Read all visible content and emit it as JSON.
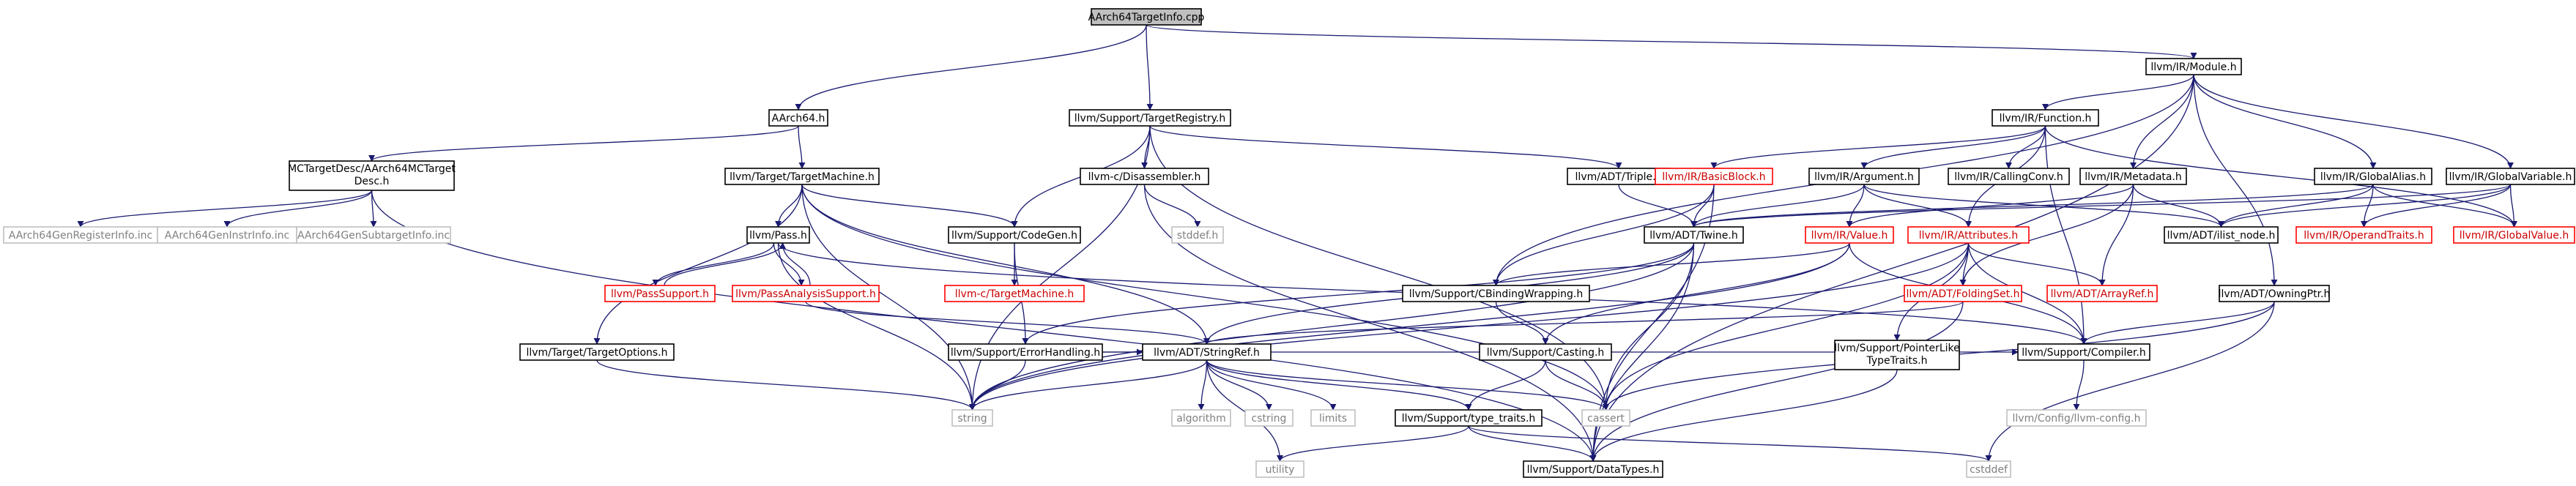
{
  "graph": {
    "title": "AArch64TargetInfo.cpp",
    "colors": {
      "edge": "#191970",
      "border_normal": "#000000",
      "border_truncated": "#ff0000",
      "border_system": "#bfbfbf",
      "fill_root": "#bfbfbf",
      "fill_default": "#ffffff",
      "text_normal": "#000000",
      "text_system": "#808080",
      "text_truncated": "#cc0000"
    },
    "nodes": [
      {
        "id": "root",
        "label": "AArch64TargetInfo.cpp",
        "kind": "root"
      },
      {
        "id": "aarch64h",
        "label": "AArch64.h",
        "kind": "normal"
      },
      {
        "id": "targetregistry",
        "label": "llvm/Support/TargetRegistry.h",
        "kind": "normal"
      },
      {
        "id": "module",
        "label": "llvm/IR/Module.h",
        "kind": "normal"
      },
      {
        "id": "mctargetdesc",
        "label": "MCTargetDesc/AArch64MCTarget",
        "label2": "Desc.h",
        "kind": "normal"
      },
      {
        "id": "targetmachine",
        "label": "llvm/Target/TargetMachine.h",
        "kind": "normal"
      },
      {
        "id": "disassembler",
        "label": "llvm-c/Disassembler.h",
        "kind": "normal"
      },
      {
        "id": "triple",
        "label": "llvm/ADT/Triple.h",
        "kind": "normal"
      },
      {
        "id": "function",
        "label": "llvm/IR/Function.h",
        "kind": "normal"
      },
      {
        "id": "basicblock",
        "label": "llvm/IR/BasicBlock.h",
        "kind": "truncated"
      },
      {
        "id": "argument",
        "label": "llvm/IR/Argument.h",
        "kind": "normal"
      },
      {
        "id": "callingconv",
        "label": "llvm/IR/CallingConv.h",
        "kind": "normal"
      },
      {
        "id": "metadata",
        "label": "llvm/IR/Metadata.h",
        "kind": "normal"
      },
      {
        "id": "globalalias",
        "label": "llvm/IR/GlobalAlias.h",
        "kind": "normal"
      },
      {
        "id": "globalvariable",
        "label": "llvm/IR/GlobalVariable.h",
        "kind": "normal"
      },
      {
        "id": "reginfo",
        "label": "AArch64GenRegisterInfo.inc",
        "kind": "system"
      },
      {
        "id": "instrinfo",
        "label": "AArch64GenInstrInfo.inc",
        "kind": "system"
      },
      {
        "id": "subtargetinfo",
        "label": "AArch64GenSubtargetInfo.inc",
        "kind": "system"
      },
      {
        "id": "pass",
        "label": "llvm/Pass.h",
        "kind": "normal"
      },
      {
        "id": "codegen",
        "label": "llvm/Support/CodeGen.h",
        "kind": "normal"
      },
      {
        "id": "stddef",
        "label": "stddef.h",
        "kind": "system"
      },
      {
        "id": "twine",
        "label": "llvm/ADT/Twine.h",
        "kind": "normal"
      },
      {
        "id": "value",
        "label": "llvm/IR/Value.h",
        "kind": "truncated"
      },
      {
        "id": "attributes",
        "label": "llvm/IR/Attributes.h",
        "kind": "truncated"
      },
      {
        "id": "ilistnode",
        "label": "llvm/ADT/ilist_node.h",
        "kind": "normal"
      },
      {
        "id": "operandtraits",
        "label": "llvm/IR/OperandTraits.h",
        "kind": "truncated"
      },
      {
        "id": "globalvalue",
        "label": "llvm/IR/GlobalValue.h",
        "kind": "truncated"
      },
      {
        "id": "passsupport",
        "label": "llvm/PassSupport.h",
        "kind": "truncated"
      },
      {
        "id": "passanalysis",
        "label": "llvm/PassAnalysisSupport.h",
        "kind": "truncated"
      },
      {
        "id": "c_targetmachine",
        "label": "llvm-c/TargetMachine.h",
        "kind": "truncated"
      },
      {
        "id": "errorhandling",
        "label": "llvm/Support/ErrorHandling.h",
        "kind": "normal"
      },
      {
        "id": "cbinding",
        "label": "llvm/Support/CBindingWrapping.h",
        "kind": "normal"
      },
      {
        "id": "foldingset",
        "label": "llvm/ADT/FoldingSet.h",
        "kind": "truncated"
      },
      {
        "id": "arrayref",
        "label": "llvm/ADT/ArrayRef.h",
        "kind": "truncated"
      },
      {
        "id": "owningptr",
        "label": "llvm/ADT/OwningPtr.h",
        "kind": "normal"
      },
      {
        "id": "targetoptions",
        "label": "llvm/Target/TargetOptions.h",
        "kind": "normal"
      },
      {
        "id": "stringref",
        "label": "llvm/ADT/StringRef.h",
        "kind": "normal"
      },
      {
        "id": "casting",
        "label": "llvm/Support/Casting.h",
        "kind": "normal"
      },
      {
        "id": "pointerlike",
        "label": "llvm/Support/PointerLike",
        "label2": "TypeTraits.h",
        "kind": "normal"
      },
      {
        "id": "compiler",
        "label": "llvm/Support/Compiler.h",
        "kind": "normal"
      },
      {
        "id": "string",
        "label": "string",
        "kind": "system"
      },
      {
        "id": "algorithm",
        "label": "algorithm",
        "kind": "system"
      },
      {
        "id": "cstring",
        "label": "cstring",
        "kind": "system"
      },
      {
        "id": "limits",
        "label": "limits",
        "kind": "system"
      },
      {
        "id": "cassert",
        "label": "cassert",
        "kind": "system"
      },
      {
        "id": "typetraits",
        "label": "llvm/Support/type_traits.h",
        "kind": "normal"
      },
      {
        "id": "llvmconfig",
        "label": "llvm/Config/llvm-config.h",
        "kind": "system"
      },
      {
        "id": "utility",
        "label": "utility",
        "kind": "system"
      },
      {
        "id": "datatypes",
        "label": "llvm/Support/DataTypes.h",
        "kind": "normal"
      },
      {
        "id": "cstddef",
        "label": "cstddef",
        "kind": "system"
      }
    ],
    "edges": [
      [
        "root",
        "aarch64h"
      ],
      [
        "root",
        "targetregistry"
      ],
      [
        "root",
        "module"
      ],
      [
        "aarch64h",
        "mctargetdesc"
      ],
      [
        "aarch64h",
        "targetmachine"
      ],
      [
        "mctargetdesc",
        "reginfo"
      ],
      [
        "mctargetdesc",
        "instrinfo"
      ],
      [
        "mctargetdesc",
        "subtargetinfo"
      ],
      [
        "mctargetdesc",
        "datatypes"
      ],
      [
        "targetmachine",
        "pass"
      ],
      [
        "targetmachine",
        "codegen"
      ],
      [
        "targetmachine",
        "targetoptions"
      ],
      [
        "targetmachine",
        "stringref"
      ],
      [
        "targetmachine",
        "cassert"
      ],
      [
        "targetmachine",
        "string"
      ],
      [
        "targetregistry",
        "codegen"
      ],
      [
        "targetregistry",
        "disassembler"
      ],
      [
        "targetregistry",
        "triple"
      ],
      [
        "targetregistry",
        "string"
      ],
      [
        "targetregistry",
        "cassert"
      ],
      [
        "disassembler",
        "stddef"
      ],
      [
        "disassembler",
        "datatypes"
      ],
      [
        "triple",
        "twine"
      ],
      [
        "module",
        "function"
      ],
      [
        "module",
        "metadata"
      ],
      [
        "module",
        "globalalias"
      ],
      [
        "module",
        "globalvariable"
      ],
      [
        "module",
        "owningptr"
      ],
      [
        "module",
        "cbinding"
      ],
      [
        "module",
        "datatypes"
      ],
      [
        "function",
        "basicblock"
      ],
      [
        "function",
        "argument"
      ],
      [
        "function",
        "callingconv"
      ],
      [
        "function",
        "attributes"
      ],
      [
        "function",
        "compiler"
      ],
      [
        "function",
        "globalvalue"
      ],
      [
        "basicblock",
        "twine"
      ],
      [
        "basicblock",
        "cbinding"
      ],
      [
        "basicblock",
        "datatypes"
      ],
      [
        "argument",
        "twine"
      ],
      [
        "argument",
        "value"
      ],
      [
        "argument",
        "attributes"
      ],
      [
        "argument",
        "ilistnode"
      ],
      [
        "metadata",
        "value"
      ],
      [
        "metadata",
        "foldingset"
      ],
      [
        "metadata",
        "arrayref"
      ],
      [
        "metadata",
        "ilistnode"
      ],
      [
        "globalalias",
        "twine"
      ],
      [
        "globalalias",
        "ilistnode"
      ],
      [
        "globalalias",
        "operandtraits"
      ],
      [
        "globalalias",
        "globalvalue"
      ],
      [
        "globalvariable",
        "twine"
      ],
      [
        "globalvariable",
        "ilistnode"
      ],
      [
        "globalvariable",
        "operandtraits"
      ],
      [
        "globalvariable",
        "globalvalue"
      ],
      [
        "pass",
        "passsupport"
      ],
      [
        "pass",
        "passanalysis"
      ],
      [
        "pass",
        "compiler"
      ],
      [
        "pass",
        "string"
      ],
      [
        "passsupport",
        "pass"
      ],
      [
        "passanalysis",
        "pass"
      ],
      [
        "passanalysis",
        "stringref"
      ],
      [
        "codegen",
        "c_targetmachine"
      ],
      [
        "codegen",
        "errorhandling"
      ],
      [
        "twine",
        "stringref"
      ],
      [
        "twine",
        "errorhandling"
      ],
      [
        "twine",
        "cassert"
      ],
      [
        "twine",
        "string"
      ],
      [
        "twine",
        "datatypes"
      ],
      [
        "value",
        "cbinding"
      ],
      [
        "value",
        "casting"
      ],
      [
        "value",
        "compiler"
      ],
      [
        "value",
        "string"
      ],
      [
        "attributes",
        "foldingset"
      ],
      [
        "attributes",
        "arrayref"
      ],
      [
        "attributes",
        "pointerlike"
      ],
      [
        "attributes",
        "compiler"
      ],
      [
        "attributes",
        "cassert"
      ],
      [
        "attributes",
        "string"
      ],
      [
        "errorhandling",
        "stringref"
      ],
      [
        "errorhandling",
        "compiler"
      ],
      [
        "errorhandling",
        "string"
      ],
      [
        "cbinding",
        "casting"
      ],
      [
        "foldingset",
        "stringref"
      ],
      [
        "foldingset",
        "datatypes"
      ],
      [
        "owningptr",
        "compiler"
      ],
      [
        "owningptr",
        "cassert"
      ],
      [
        "owningptr",
        "cstddef"
      ],
      [
        "targetoptions",
        "string"
      ],
      [
        "stringref",
        "algorithm"
      ],
      [
        "stringref",
        "cstring"
      ],
      [
        "stringref",
        "limits"
      ],
      [
        "stringref",
        "cassert"
      ],
      [
        "stringref",
        "string"
      ],
      [
        "stringref",
        "typetraits"
      ],
      [
        "stringref",
        "utility"
      ],
      [
        "casting",
        "typetraits"
      ],
      [
        "casting",
        "cassert"
      ],
      [
        "pointerlike",
        "datatypes"
      ],
      [
        "compiler",
        "llvmconfig"
      ],
      [
        "typetraits",
        "datatypes"
      ],
      [
        "typetraits",
        "utility"
      ],
      [
        "typetraits",
        "cstddef"
      ]
    ]
  }
}
